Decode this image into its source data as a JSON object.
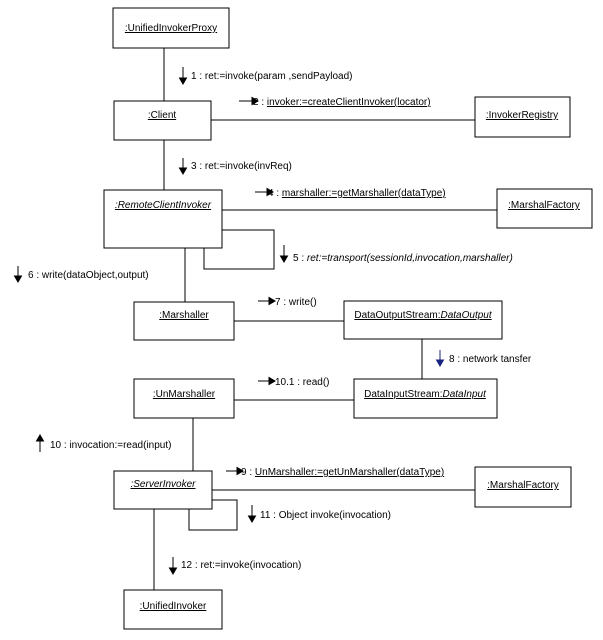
{
  "objects": {
    "unified_invoker_proxy": ":UnifiedInvokerProxy",
    "client": ":Client",
    "invoker_registry": ":InvokerRegistry",
    "remote_client_invoker": ":RemoteClientInvoker",
    "marshal_factory_1": ":MarshalFactory",
    "marshaller": ":Marshaller",
    "data_output_stream_prefix": "DataOutputStream:",
    "data_output_stream_type": "DataOutput",
    "unmarshaller": ":UnMarshaller",
    "data_input_stream_prefix": "DataInputStream:",
    "data_input_stream_type": "DataInput",
    "server_invoker": ":ServerInvoker",
    "marshal_factory_2": ":MarshalFactory",
    "unified_invoker": ":UnifiedInvoker"
  },
  "messages": {
    "m1": "1 : ret:=invoke(param ,sendPayload)",
    "m2_num": "2 :",
    "m2_text": "invoker:=createClientInvoker(locator)",
    "m3": "3 : ret:=invoke(invReq)",
    "m4_num": "4 :",
    "m4_text": "marshaller:=getMarshaller(dataType)",
    "m5_num": "5 :",
    "m5_text": "ret:=transport(sessionId,invocation,marshaller)",
    "m6": "6 : write(dataObject,output)",
    "m7": "7 : write()",
    "m8": "8 : network tansfer",
    "m9_num": "9 :",
    "m9_text": "UnMarshaller:=getUnMarshaller(dataType)",
    "m10_1": "10.1 : read()",
    "m10": "10 : invocation:=read(input)",
    "m11": "11 : Object invoke(invocation)",
    "m12": "12 : ret:=invoke(invocation)"
  },
  "colors": {
    "line": "#000000",
    "network_arrow": "#1a237e"
  }
}
